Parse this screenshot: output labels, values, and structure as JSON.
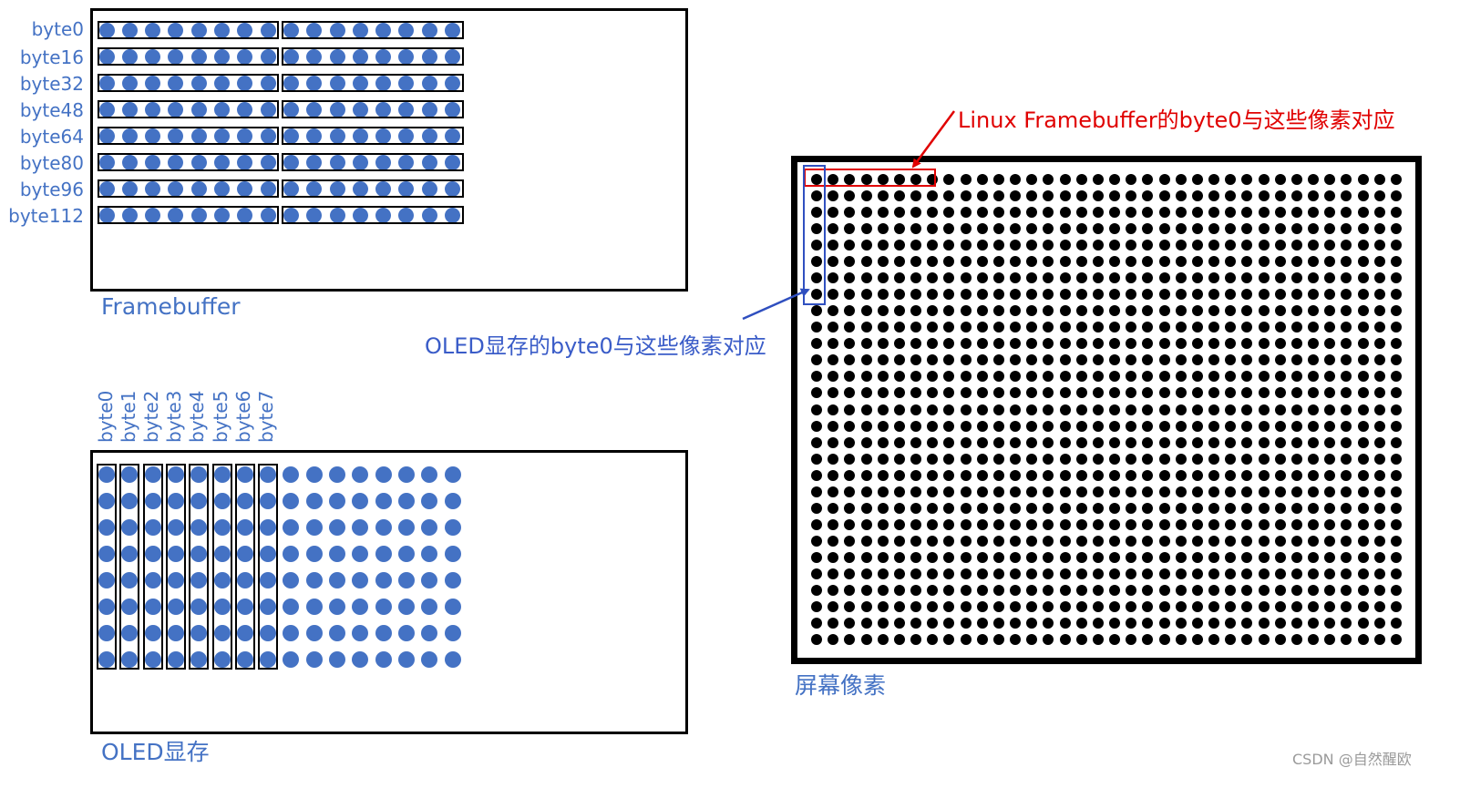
{
  "framebuffer": {
    "caption": "Framebuffer",
    "row_labels": [
      "byte0",
      "byte16",
      "byte32",
      "byte48",
      "byte64",
      "byte80",
      "byte96",
      "byte112"
    ]
  },
  "oled": {
    "caption": "OLED显存",
    "column_labels": [
      "byte0",
      "byte1",
      "byte2",
      "byte3",
      "byte4",
      "byte5",
      "byte6",
      "byte7"
    ]
  },
  "screen": {
    "caption": "屏幕像素"
  },
  "annotations": {
    "linux_fb_note": "Linux Framebuffer的byte0与这些像素对应",
    "oled_note": "OLED显存的byte0与这些像素对应"
  },
  "watermark": "CSDN @自然醒欧",
  "colors": {
    "dot_blue": "#4472C4",
    "label_blue": "#4472C4",
    "red": "#E00000",
    "dark_blue_arrow": "#2F4FBF"
  }
}
